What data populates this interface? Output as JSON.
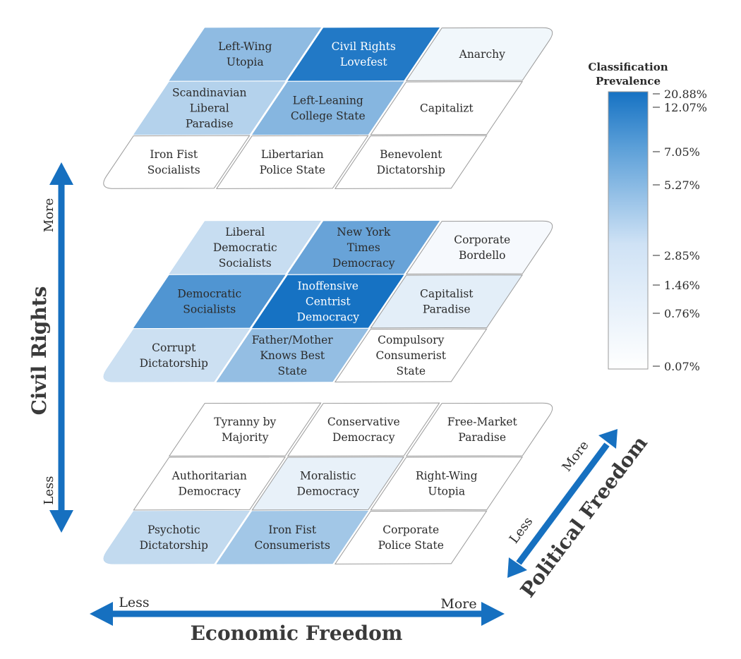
{
  "legend": {
    "title_line1": "Classification",
    "title_line2": "Prevalence",
    "color_min": "#ffffff",
    "color_max": "#1672c3",
    "ticks": [
      "20.88%",
      "12.07%",
      "7.05%",
      "5.27%",
      "2.85%",
      "1.46%",
      "0.76%",
      "0.07%"
    ]
  },
  "axes": {
    "civil_rights": {
      "title": "Civil Rights",
      "more": "More",
      "less": "Less"
    },
    "economic_freedom": {
      "title": "Economic Freedom",
      "more": "More",
      "less": "Less"
    },
    "political_freedom": {
      "title": "Political Freedom",
      "more": "More",
      "less": "Less"
    }
  },
  "colors": {
    "axis_blue": "#1670c0",
    "text": "#2b2b2b",
    "text_on_dark": "#ffffff",
    "tile_border": "#9a9a9a"
  },
  "levels": [
    {
      "name": "top",
      "cells": [
        [
          "Iron Fist\nSocialists",
          "Libertarian\nPolice State",
          "Benevolent\nDictatorship"
        ],
        [
          "Scandinavian\nLiberal\nParadise",
          "Left-Leaning\nCollege State",
          "Capitalizt"
        ],
        [
          "Left-Wing\nUtopia",
          "Civil Rights\nLovefest",
          "Anarchy"
        ]
      ],
      "intensity": [
        [
          0.0,
          0.0,
          0.0
        ],
        [
          0.32,
          0.52,
          0.0
        ],
        [
          0.48,
          0.95,
          0.06
        ]
      ]
    },
    {
      "name": "middle",
      "cells": [
        [
          "Corrupt\nDictatorship",
          "Father/Mother\nKnows Best\nState",
          "Compulsory\nConsumerist\nState"
        ],
        [
          "Democratic\nSocialists",
          "Inoffensive\nCentrist\nDemocracy",
          "Capitalist\nParadise"
        ],
        [
          "Liberal\nDemocratic\nSocialists",
          "New York\nTimes\nDemocracy",
          "Corporate\nBordello"
        ]
      ],
      "intensity": [
        [
          0.22,
          0.46,
          0.0
        ],
        [
          0.75,
          1.0,
          0.12
        ],
        [
          0.24,
          0.65,
          0.04
        ]
      ]
    },
    {
      "name": "bottom",
      "cells": [
        [
          "Psychotic\nDictatorship",
          "Iron Fist\nConsumerists",
          "Corporate\nPolice State"
        ],
        [
          "Authoritarian\nDemocracy",
          "Moralistic\nDemocracy",
          "Right-Wing\nUtopia"
        ],
        [
          "Tyranny by\nMajority",
          "Conservative\nDemocracy",
          "Free-Market\nParadise"
        ]
      ],
      "intensity": [
        [
          0.26,
          0.4,
          0.0
        ],
        [
          0.0,
          0.1,
          0.0
        ],
        [
          0.0,
          0.0,
          0.0
        ]
      ]
    }
  ]
}
